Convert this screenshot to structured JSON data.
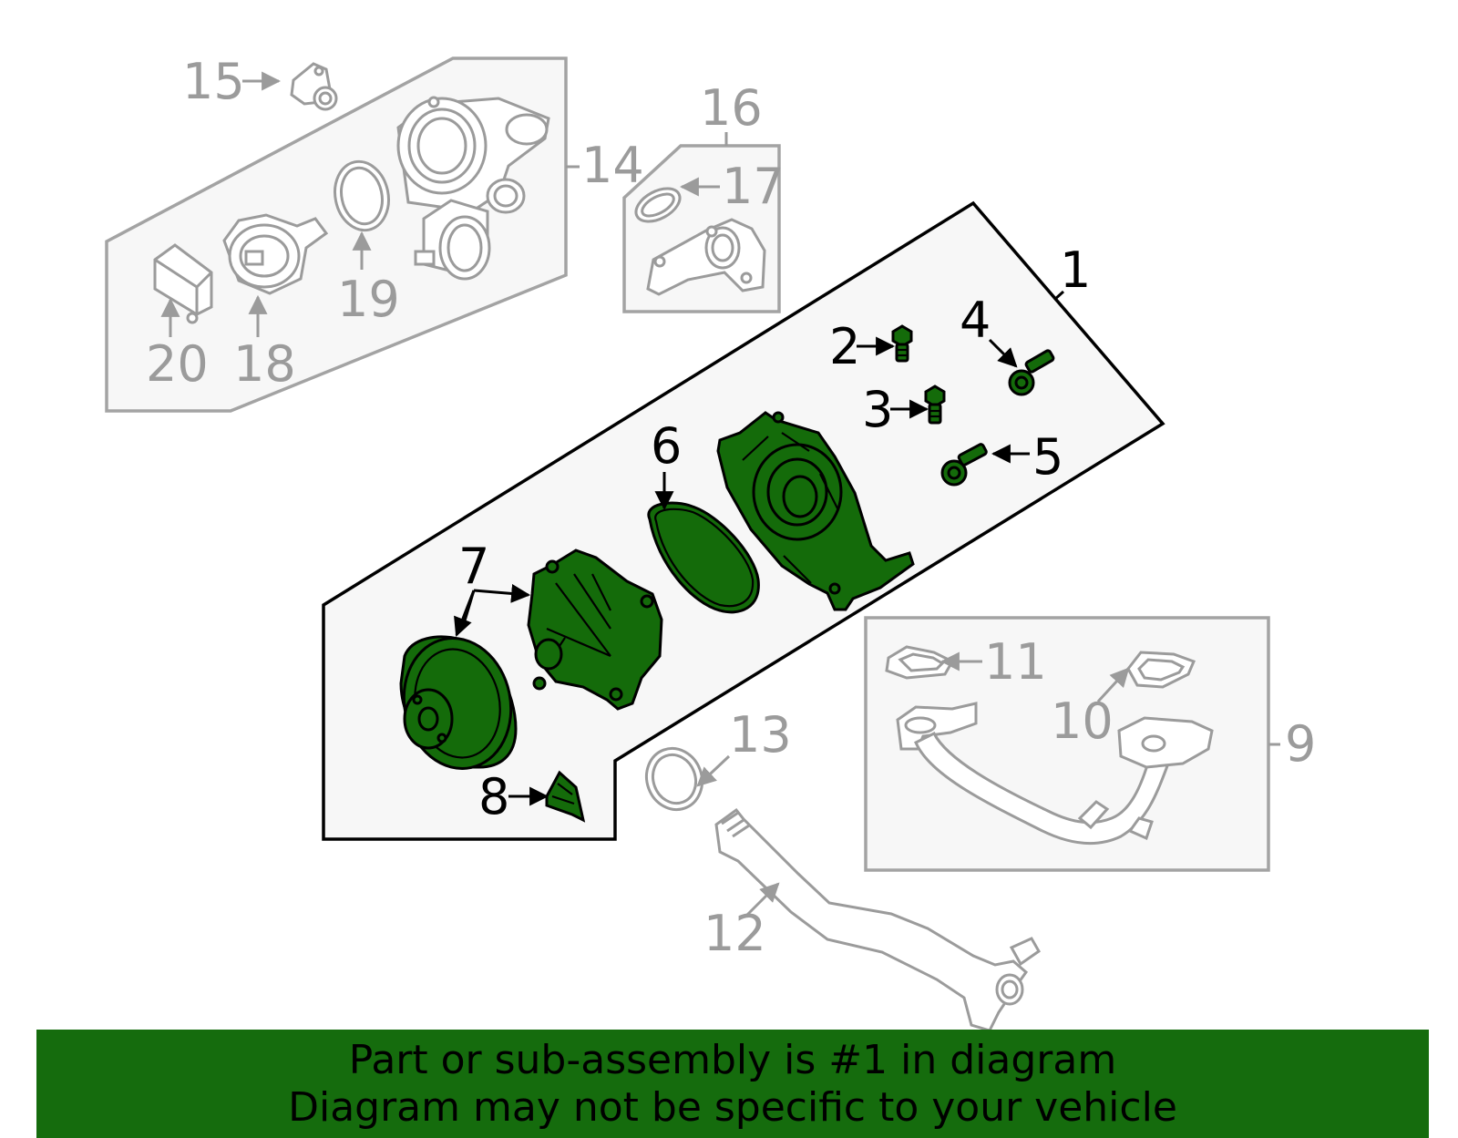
{
  "diagram": {
    "callouts": {
      "c1": "1",
      "c2": "2",
      "c3": "3",
      "c4": "4",
      "c5": "5",
      "c6": "6",
      "c7": "7",
      "c8": "8",
      "c9": "9",
      "c10": "10",
      "c11": "11",
      "c12": "12",
      "c13": "13",
      "c14": "14",
      "c15": "15",
      "c16": "16",
      "c17": "17",
      "c18": "18",
      "c19": "19",
      "c20": "20"
    },
    "colors": {
      "highlight_green": "#146b0a",
      "banner_green": "#156c0d",
      "callout_grey": "#9b9b9b",
      "callout_black": "#000000"
    }
  },
  "banner": {
    "line1": "Part or sub-assembly is #1 in diagram",
    "line2": "Diagram may not be specific to your vehicle"
  }
}
